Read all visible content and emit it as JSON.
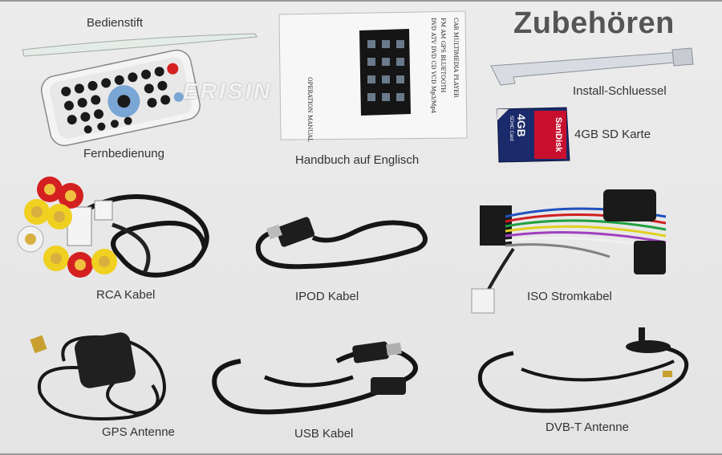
{
  "title": "Zubehören",
  "watermark": "ERISIN",
  "labels": {
    "stylus": "Bedienstift",
    "remote": "Fernbedienung",
    "manual": "Handbuch auf Englisch",
    "install_key": "Install-Schluessel",
    "sd_card": "4GB SD Karte",
    "rca": "RCA Kabel",
    "ipod": "IPOD Kabel",
    "iso": "ISO Stromkabel",
    "gps": "GPS Antenne",
    "usb": "USB Kabel",
    "dvbt": "DVB-T Antenne"
  },
  "manual": {
    "line1": "CAR MULTIMEDIA PLAYER",
    "line2": "FM AM  GPS  BLUETOOTH",
    "line3": "DVD ATV  DVD CD VCD  Mp3/Mp4",
    "line4": "OPERATION MANUAL"
  },
  "sd_card_print": {
    "capacity": "4GB",
    "brand": "SanDisk",
    "type": "SDHC Card"
  },
  "colors": {
    "title": "#555555",
    "rca_red": "#d42020",
    "rca_yellow": "#f0d020",
    "rca_white": "#f2f2f2",
    "sd_red": "#c8102e",
    "sd_blue": "#1a2a6a"
  }
}
